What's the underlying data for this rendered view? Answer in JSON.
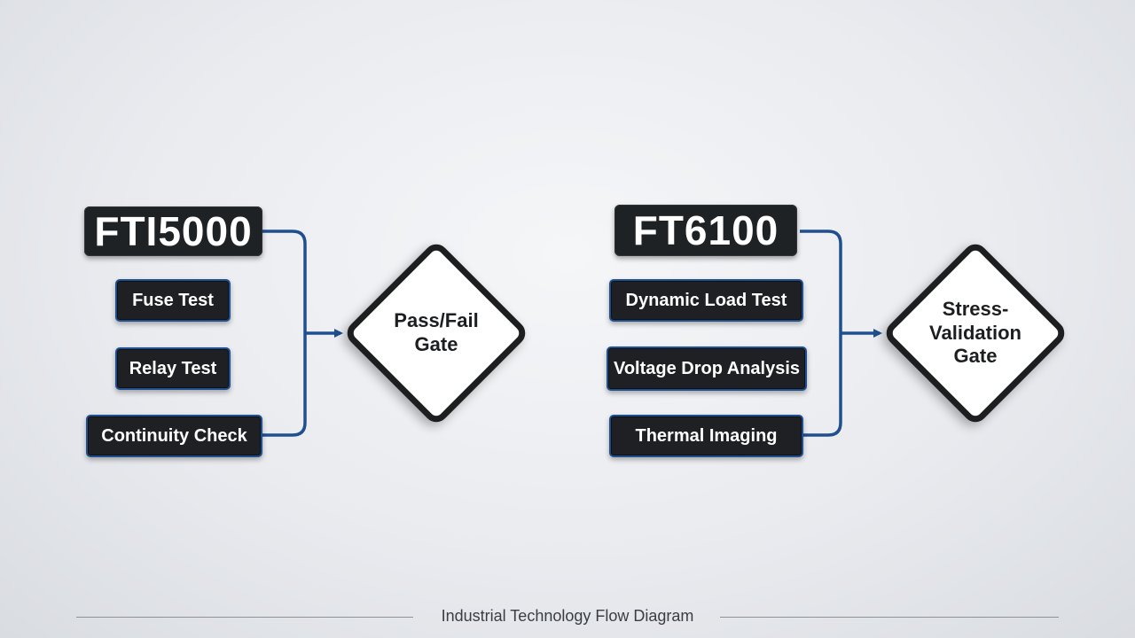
{
  "diagram": {
    "left_group": {
      "title": "FTI5000",
      "steps": [
        "Fuse Test",
        "Relay Test",
        "Continuity Check"
      ],
      "gate": "Pass/Fail Gate"
    },
    "right_group": {
      "title": "FT6100",
      "steps": [
        "Dynamic Load Test",
        "Voltage Drop Analysis",
        "Thermal Imaging"
      ],
      "gate": "Stress-Validation Gate"
    },
    "connector_color": "#1f4f8f"
  },
  "footer": {
    "caption": "Industrial Technology Flow Diagram"
  }
}
